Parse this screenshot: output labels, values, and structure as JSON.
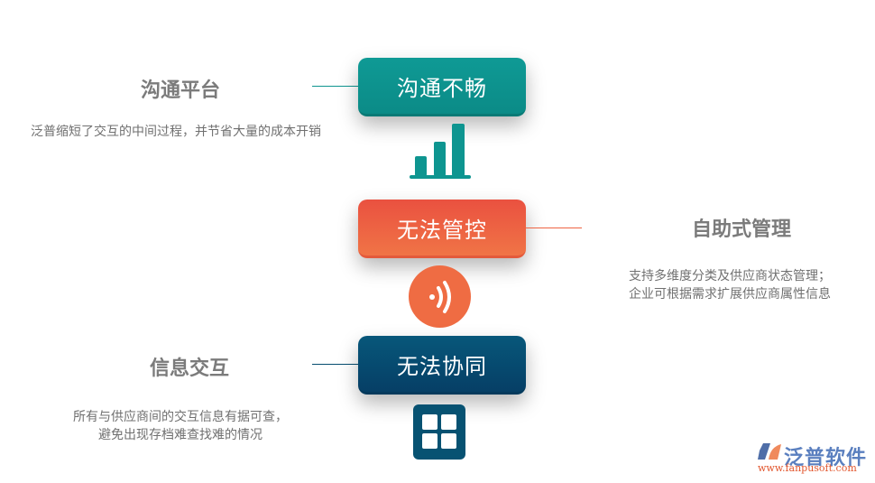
{
  "items": [
    {
      "problem": "沟通不畅",
      "solution_title": "沟通平台",
      "solution_desc": [
        "泛普缩短了交互的中间过程，并节省大量的成本开销"
      ],
      "icon": "bar-chart-icon",
      "color": "#0e9590"
    },
    {
      "problem": "无法管控",
      "solution_title": "自助式管理",
      "solution_desc": [
        "支持多维度分类及供应商状态管理；",
        "企业可根据需求扩展供应商属性信息"
      ],
      "icon": "signal-waves-icon",
      "color": "#ee6443"
    },
    {
      "problem": "无法协同",
      "solution_title": "信息交互",
      "solution_desc": [
        "所有与供应商间的交互信息有据可查，",
        "避免出现存档难查找难的情况"
      ],
      "icon": "grid-icon",
      "color": "#064d70"
    }
  ],
  "logo": {
    "name": "泛普软件",
    "url": "www.fanpusoft.com"
  }
}
